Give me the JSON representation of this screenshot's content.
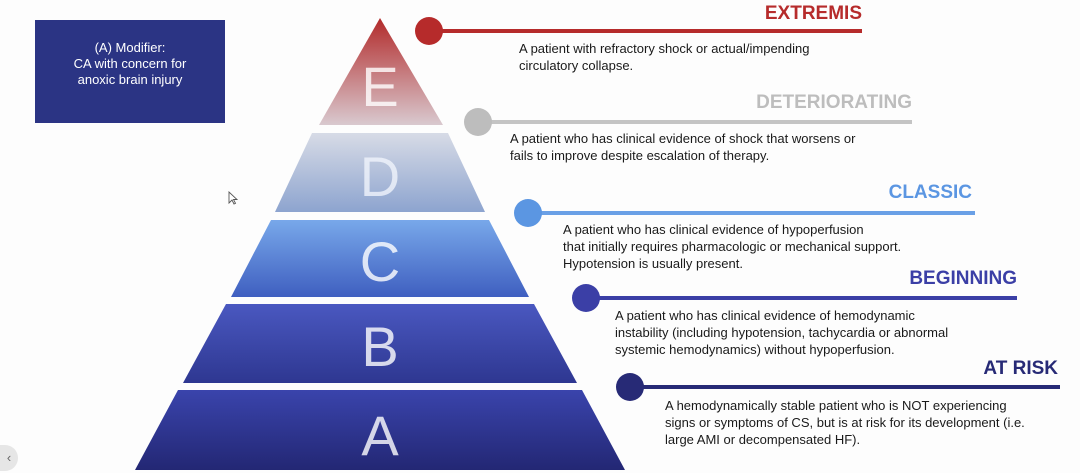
{
  "modifier": {
    "lines": [
      "(A) Modifier:",
      "CA with concern for",
      "anoxic brain injury"
    ]
  },
  "colors": {
    "modifier_bg": "#2b3484",
    "extremis": "#b62b2b",
    "deteriorating": "#bdbdbd",
    "classic": "#5b96e2",
    "beginning": "#3b3fa6",
    "at_risk": "#272a76"
  },
  "levels": [
    {
      "letter": "E",
      "title": "EXTREMIS",
      "description": [
        "A patient with refractory shock or actual/impending",
        "circulatory collapse."
      ]
    },
    {
      "letter": "D",
      "title": "DETERIORATING",
      "description": [
        "A patient who has clinical evidence of shock that worsens or",
        "fails to improve despite escalation of therapy."
      ]
    },
    {
      "letter": "C",
      "title": "CLASSIC",
      "description": [
        "A patient who has clinical evidence of hypoperfusion",
        "that initially requires pharmacologic or mechanical support.",
        "Hypotension is usually present."
      ]
    },
    {
      "letter": "B",
      "title": "BEGINNING",
      "description": [
        "A patient who has clinical evidence of hemodynamic",
        "instability (including hypotension, tachycardia or abnormal",
        "systemic hemodynamics) without hypoperfusion."
      ]
    },
    {
      "letter": "A",
      "title": "AT RISK",
      "description": [
        "A hemodynamically stable patient who is NOT experiencing",
        "signs or symptoms of CS, but is at risk for its development (i.e.",
        "large AMI or decompensated HF)."
      ]
    }
  ],
  "nav": {
    "prev_glyph": "‹"
  }
}
